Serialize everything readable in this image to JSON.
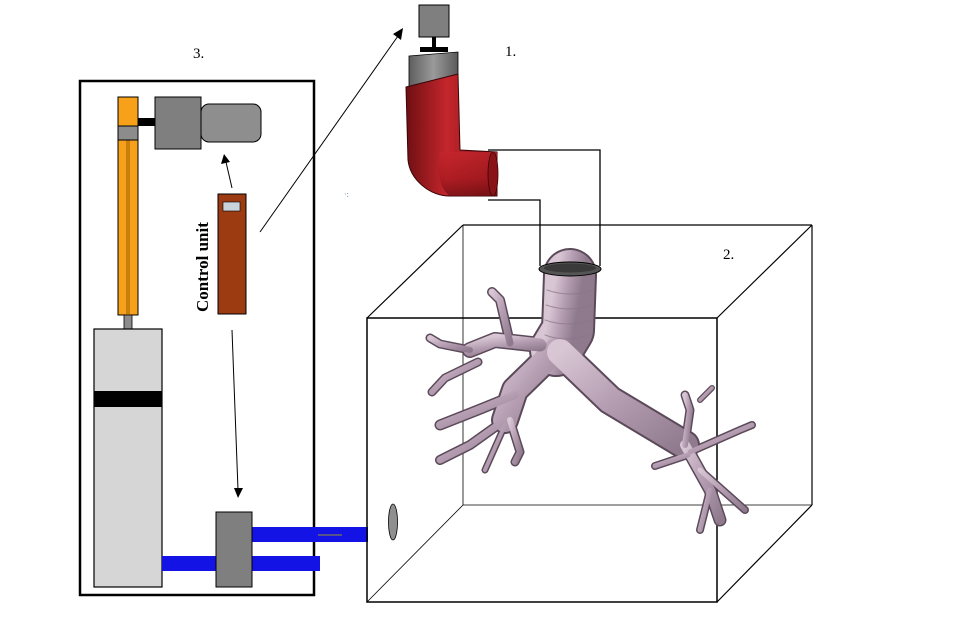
{
  "labels": {
    "inhaler_number": "1.",
    "lung_box_number": "2.",
    "system_number": "3.",
    "control_unit": "Control unit"
  },
  "colors": {
    "inhaler_body": "#b01c22",
    "inhaler_shade": "#7a1216",
    "piston_rail": "#f7a11a",
    "tubing": "#1313e6",
    "motor_gray": "#7f7f7f",
    "motor_light": "#9a9a9a",
    "syringe_body": "#d6d6d6",
    "control_unit_box": "#9c3a12",
    "airway_cast": "#b9a2b4"
  },
  "icons": {
    "inhaler": "inhaler-device",
    "motor": "motor-icon",
    "syringe": "syringe-pump",
    "valve": "valve-block",
    "airway": "bronchial-tree-cast"
  }
}
